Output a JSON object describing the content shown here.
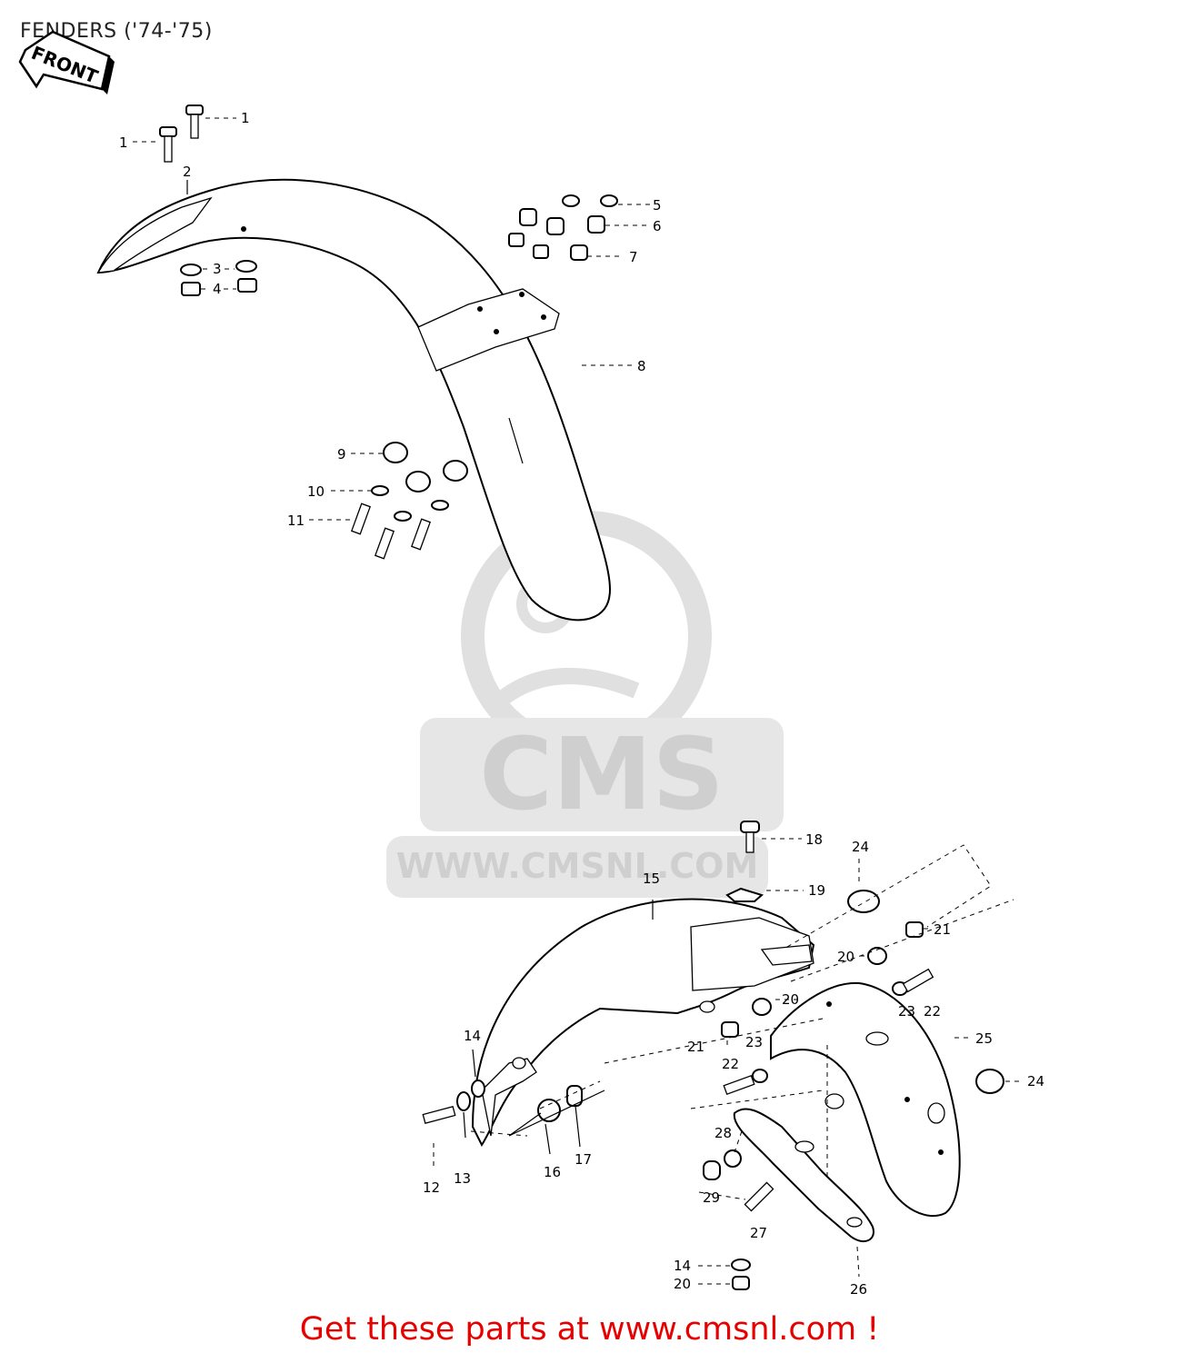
{
  "title": "FENDERS ('74-'75)",
  "front_tag": "FRONT",
  "watermark": {
    "logo_text": "CMS",
    "url": "WWW.CMSNL.COM"
  },
  "footer": "Get these parts at www.cmsnl.com !",
  "callouts": [
    "1",
    "1",
    "2",
    "3",
    "4",
    "5",
    "6",
    "7",
    "8",
    "9",
    "10",
    "11",
    "12",
    "13",
    "14",
    "15",
    "16",
    "17",
    "18",
    "19",
    "20",
    "20",
    "20",
    "21",
    "21",
    "22",
    "22",
    "23",
    "23",
    "24",
    "24",
    "25",
    "26",
    "27",
    "28",
    "29",
    "14",
    "20"
  ]
}
